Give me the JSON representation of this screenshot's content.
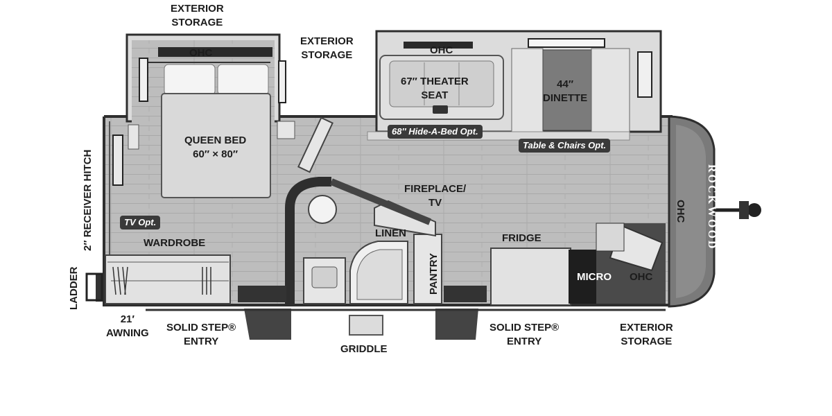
{
  "labels": {
    "exterior_storage_left": [
      "EXTERIOR",
      "STORAGE"
    ],
    "exterior_storage_center": [
      "EXTERIOR",
      "STORAGE"
    ],
    "exterior_storage_right": [
      "EXTERIOR",
      "STORAGE"
    ],
    "ohc_bedroom": "OHC",
    "ohc_theater": "OHC",
    "ohc_front": "OHC",
    "ohc_kitchen": "OHC",
    "theater_seat": [
      "67″ THEATER",
      "SEAT"
    ],
    "dinette": [
      "44″",
      "DINETTE"
    ],
    "queen_bed": [
      "QUEEN BED",
      "60″ × 80″"
    ],
    "fireplace_tv": [
      "FIREPLACE/",
      "TV"
    ],
    "linen": "LINEN",
    "pantry": "PANTRY",
    "fridge": "FRIDGE",
    "micro": "MICRO",
    "wardrobe": "WARDROBE",
    "receiver_hitch": "2″ RECEIVER HITCH",
    "ladder": "LADDER",
    "awning": [
      "21′",
      "AWNING"
    ],
    "solid_step_left": [
      "SOLID STEP®",
      "ENTRY"
    ],
    "solid_step_right": [
      "SOLID STEP®",
      "ENTRY"
    ],
    "griddle": "GRIDDLE"
  },
  "options": {
    "hide_a_bed": "68″ Hide-A-Bed Opt.",
    "table_chairs": "Table & Chairs Opt.",
    "tv_opt": "TV Opt."
  },
  "brand": "ROCKWOOD",
  "colors": {
    "wall": "#2e2e2e",
    "floor": "#b9b9b9",
    "furniture": "#e6e6e6",
    "bed": "#d9d9d9",
    "dark_fixture": "#333333",
    "tag_bg": "#3a3a3a"
  }
}
